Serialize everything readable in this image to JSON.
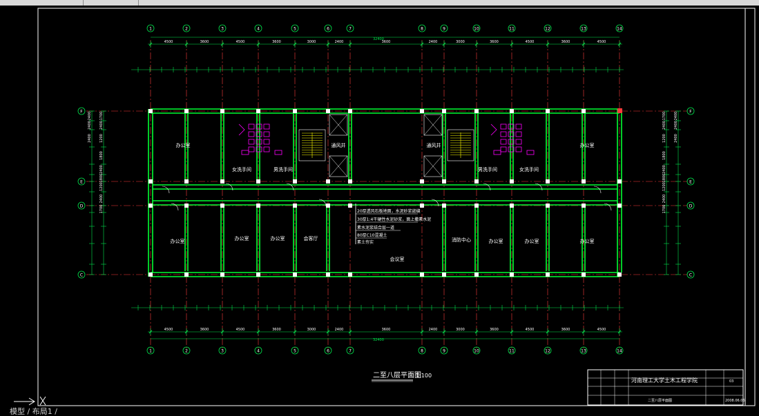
{
  "drawing": {
    "title": "二至八层平面图",
    "scale": "1:100",
    "overall_dimension": "32400"
  },
  "grid_axes": {
    "columns": [
      "1",
      "2",
      "3",
      "4",
      "5",
      "6",
      "7",
      "8",
      "9",
      "10",
      "11",
      "12",
      "13",
      "14"
    ],
    "rows": [
      "F",
      "E",
      "D",
      "C"
    ]
  },
  "top_dimensions": [
    "4500",
    "3600",
    "4500",
    "3600",
    "3000",
    "2400",
    "3600",
    "2400",
    "3000",
    "3600",
    "4500",
    "3600",
    "4500"
  ],
  "bottom_dimensions": [
    "4500",
    "3600",
    "4500",
    "3600",
    "3000",
    "2400",
    "3600",
    "2400",
    "3000",
    "3600",
    "4500",
    "3600",
    "4500"
  ],
  "left_dimensions": [
    "1700",
    "2400",
    "1200",
    "1800",
    "2400",
    "1800",
    "1200",
    "2400",
    "1700"
  ],
  "right_dimensions": [
    "1700",
    "2400",
    "1200",
    "1800",
    "2400",
    "1800",
    "1200",
    "2400",
    "1700"
  ],
  "rooms": [
    {
      "label": "办公室"
    },
    {
      "label": "女洗手间"
    },
    {
      "label": "男洗手间"
    },
    {
      "label": "通风井"
    },
    {
      "label": "通风井"
    },
    {
      "label": "男洗手间"
    },
    {
      "label": "女洗手间"
    },
    {
      "label": "办公室"
    },
    {
      "label": "办公室"
    },
    {
      "label": "办公室"
    },
    {
      "label": "办公室"
    },
    {
      "label": "会客厅"
    },
    {
      "label": "会议室"
    },
    {
      "label": "消防中心"
    },
    {
      "label": "办公室"
    },
    {
      "label": "办公室"
    },
    {
      "label": "办公室"
    }
  ],
  "notes": [
    "20厚透风石板地面，水泥砂浆嵌缝",
    "30厚1:4干硬性水泥砂浆，面上撒素水泥",
    "素水泥浆结合层一道",
    "80厚C10混凝土",
    "素土夯实"
  ],
  "title_block": {
    "school": "河南理工大学土木工程学院",
    "drawing_name": "二至八层平面图",
    "sheet_no": "03",
    "date": "2008.06.06"
  },
  "status_bar": {
    "tabs_text": "模型 / 布局1 /"
  },
  "colors": {
    "background": "#000000",
    "grid_line": "#ff3b3b",
    "wall": "#00ff33",
    "dimension": "#00e64d",
    "text": "#ffffff",
    "fixture": "#ff00ff",
    "stair": "#ffff00",
    "frame": "#ffffff"
  }
}
